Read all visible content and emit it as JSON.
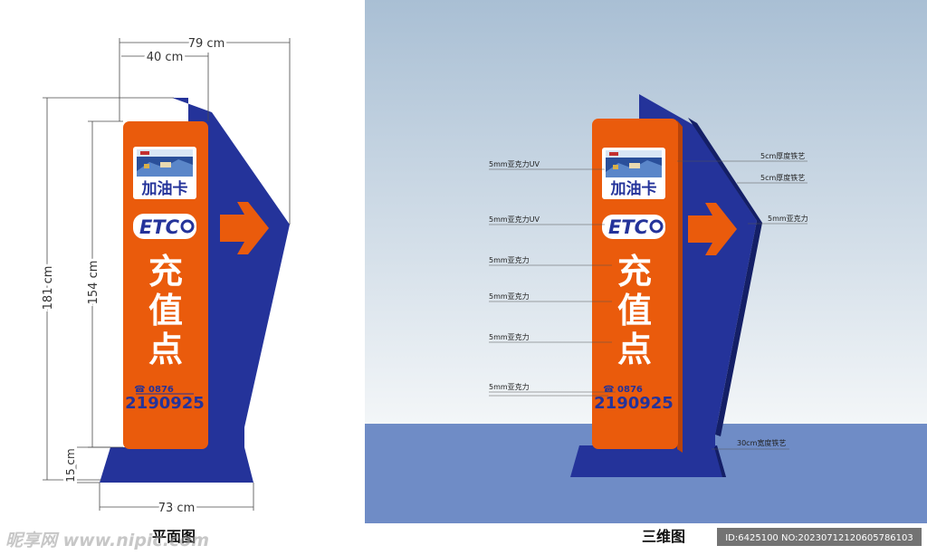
{
  "colors": {
    "orange": "#ea5b0c",
    "navy": "#24339a",
    "sky_top": "#a9bfd4",
    "sky_bottom": "#f3f6f8",
    "ground": "#6f8cc6",
    "dim_line": "#4a4a4a"
  },
  "sign": {
    "card_label": "加油卡",
    "etc_label": "ETC",
    "main_text": [
      "充",
      "值",
      "点"
    ],
    "phone_prefix": "☎ 0876",
    "phone_number": "2190925",
    "arrow_icon": "arrow-right-icon"
  },
  "plan_view": {
    "caption": "平面图",
    "dimensions": {
      "total_width": "79 cm",
      "panel_width": "40 cm",
      "total_height": "181 cm",
      "panel_height": "154 cm",
      "base_height": "15 cm",
      "base_width": "73 cm"
    }
  },
  "view_3d": {
    "caption": "三维图",
    "left_labels": [
      "5mm亚克力UV",
      "5mm亚克力UV",
      "5mm亚克力",
      "5mm亚克力",
      "5mm亚克力",
      "5mm亚克力"
    ],
    "right_labels": [
      "5cm厚度铁艺",
      "5cm厚度铁艺",
      "5mm亚克力",
      "30cm宽度铁艺"
    ]
  },
  "watermark": {
    "logo_text": "昵享网 www.nipic.com",
    "id_text": "ID:6425100 NO:20230712120605786103"
  }
}
